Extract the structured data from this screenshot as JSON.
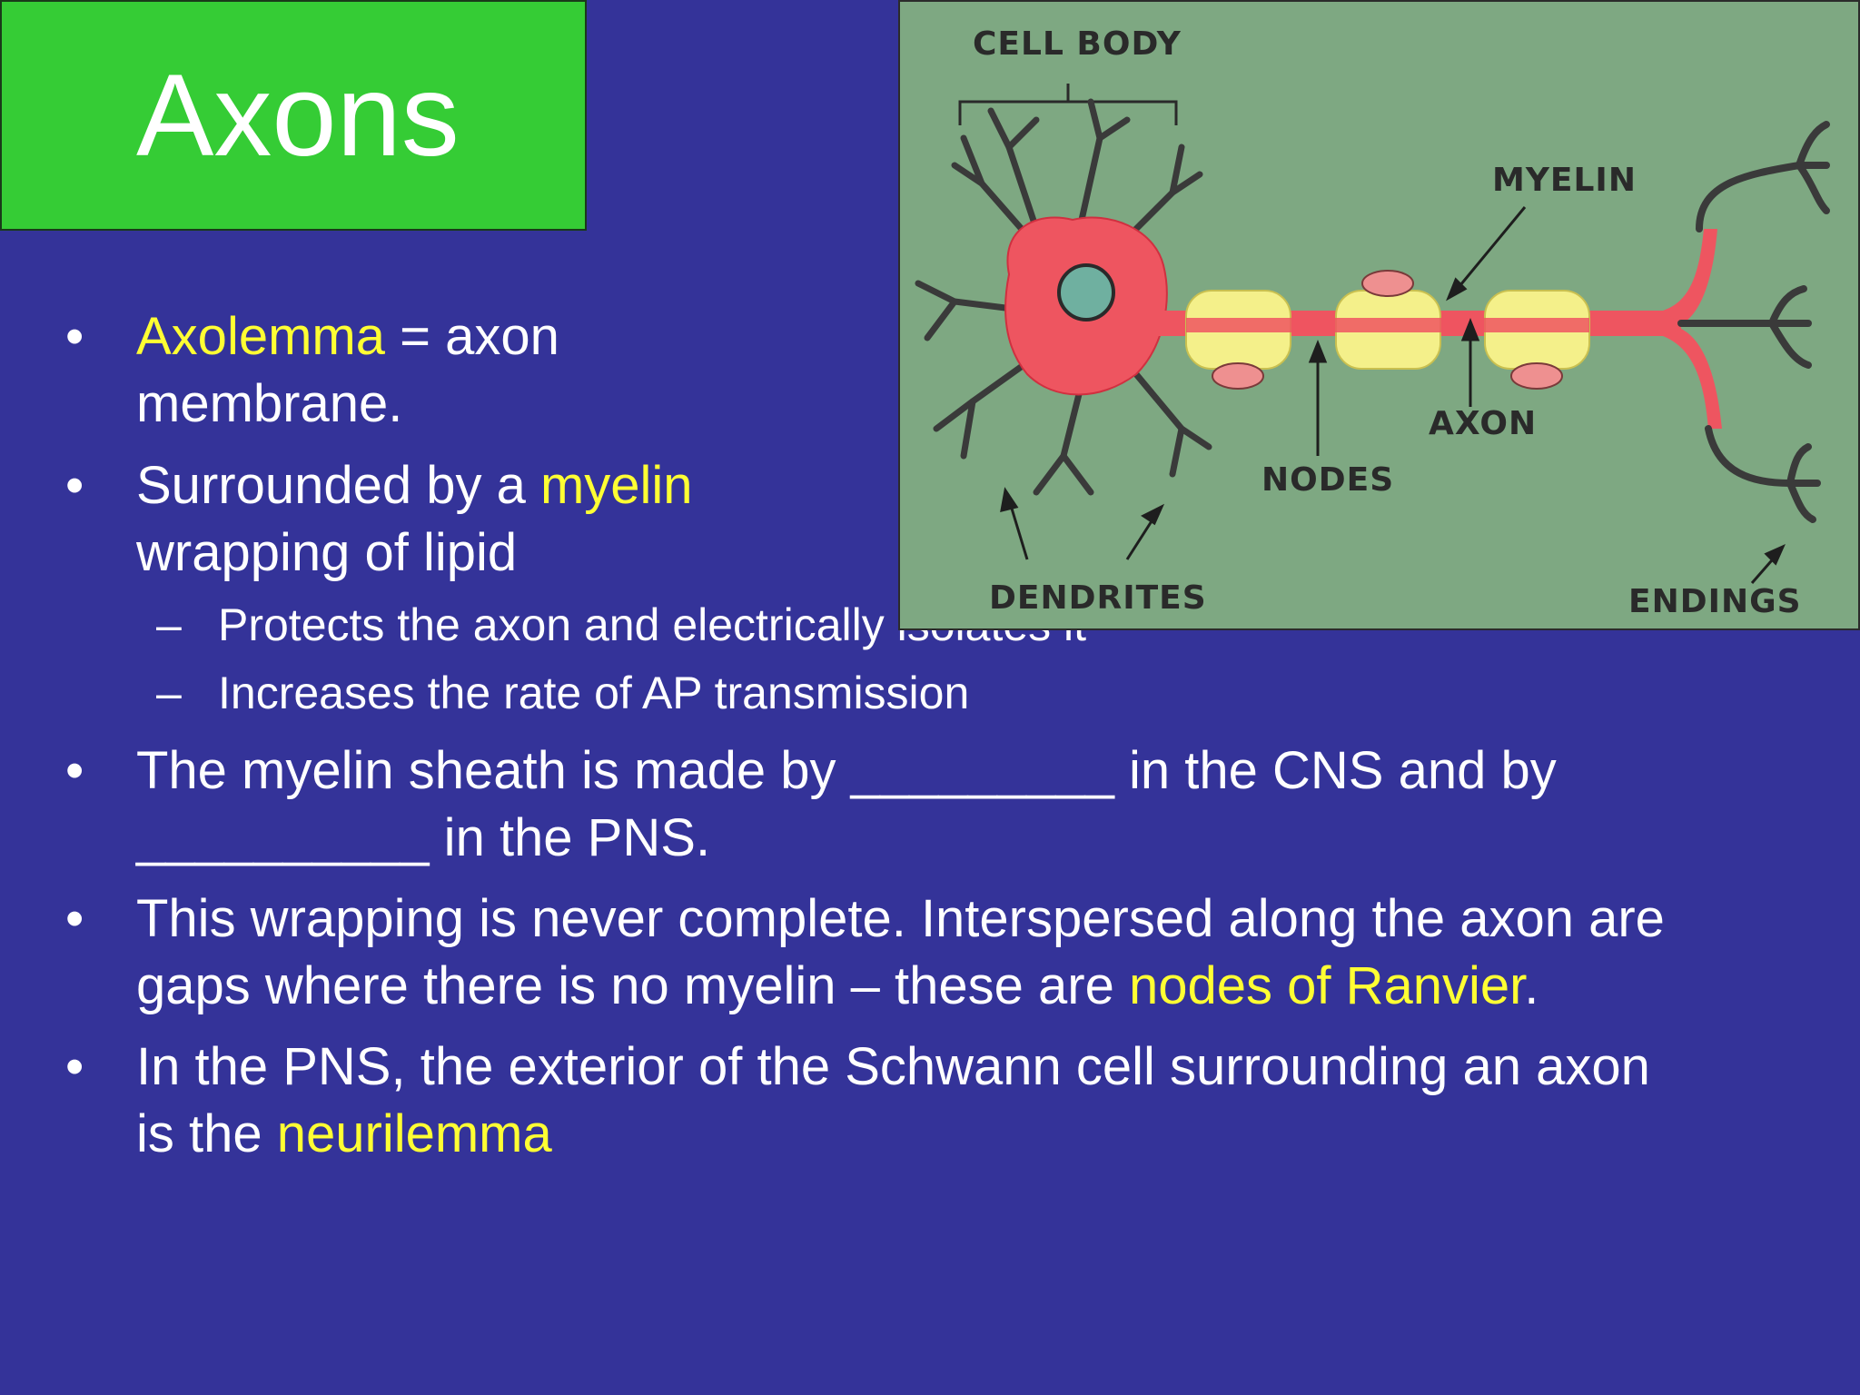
{
  "title": "Axons",
  "bullets": [
    {
      "lines": [
        [
          {
            "t": "Axolemma",
            "hl": true
          },
          {
            "t": " = axon",
            "hl": false
          }
        ],
        [
          {
            "t": "membrane.",
            "hl": false
          }
        ]
      ]
    },
    {
      "lines": [
        [
          {
            "t": "Surrounded by a ",
            "hl": false
          },
          {
            "t": "myelin",
            "hl": true
          }
        ],
        [
          {
            "t": "wrapping of lipid",
            "hl": false
          }
        ]
      ]
    },
    {
      "sub": true,
      "text": "Protects the axon and electrically isolates it"
    },
    {
      "sub": true,
      "text": "Increases the rate of AP transmission"
    },
    {
      "lines": [
        [
          {
            "t": "The myelin sheath is made by _________ in the CNS and by",
            "hl": false
          }
        ],
        [
          {
            "t": "__________ in the PNS.",
            "hl": false
          }
        ]
      ]
    },
    {
      "lines": [
        [
          {
            "t": "This wrapping is never complete.  Interspersed along the axon are",
            "hl": false
          }
        ],
        [
          {
            "t": "gaps where there is no myelin – these are ",
            "hl": false
          },
          {
            "t": "nodes of Ranvier",
            "hl": true
          },
          {
            "t": ".",
            "hl": false
          }
        ]
      ]
    },
    {
      "lines": [
        [
          {
            "t": "In the PNS, the exterior of the Schwann cell surrounding an axon",
            "hl": false
          }
        ],
        [
          {
            "t": "is the ",
            "hl": false
          },
          {
            "t": "neurilemma",
            "hl": true
          }
        ]
      ]
    }
  ],
  "figure": {
    "labels": {
      "cell_body": "CELL BODY",
      "myelin": "MYELIN",
      "axon": "AXON",
      "nodes": "NODES",
      "dendrites": "DENDRITES",
      "endings": "ENDINGS"
    }
  },
  "colors": {
    "background": "#343399",
    "title_box": "#35cc35",
    "highlight": "#ffff33",
    "figure_bg": "#7ea882",
    "neuron": "#ee5560",
    "myelin": "#f4f08a"
  }
}
